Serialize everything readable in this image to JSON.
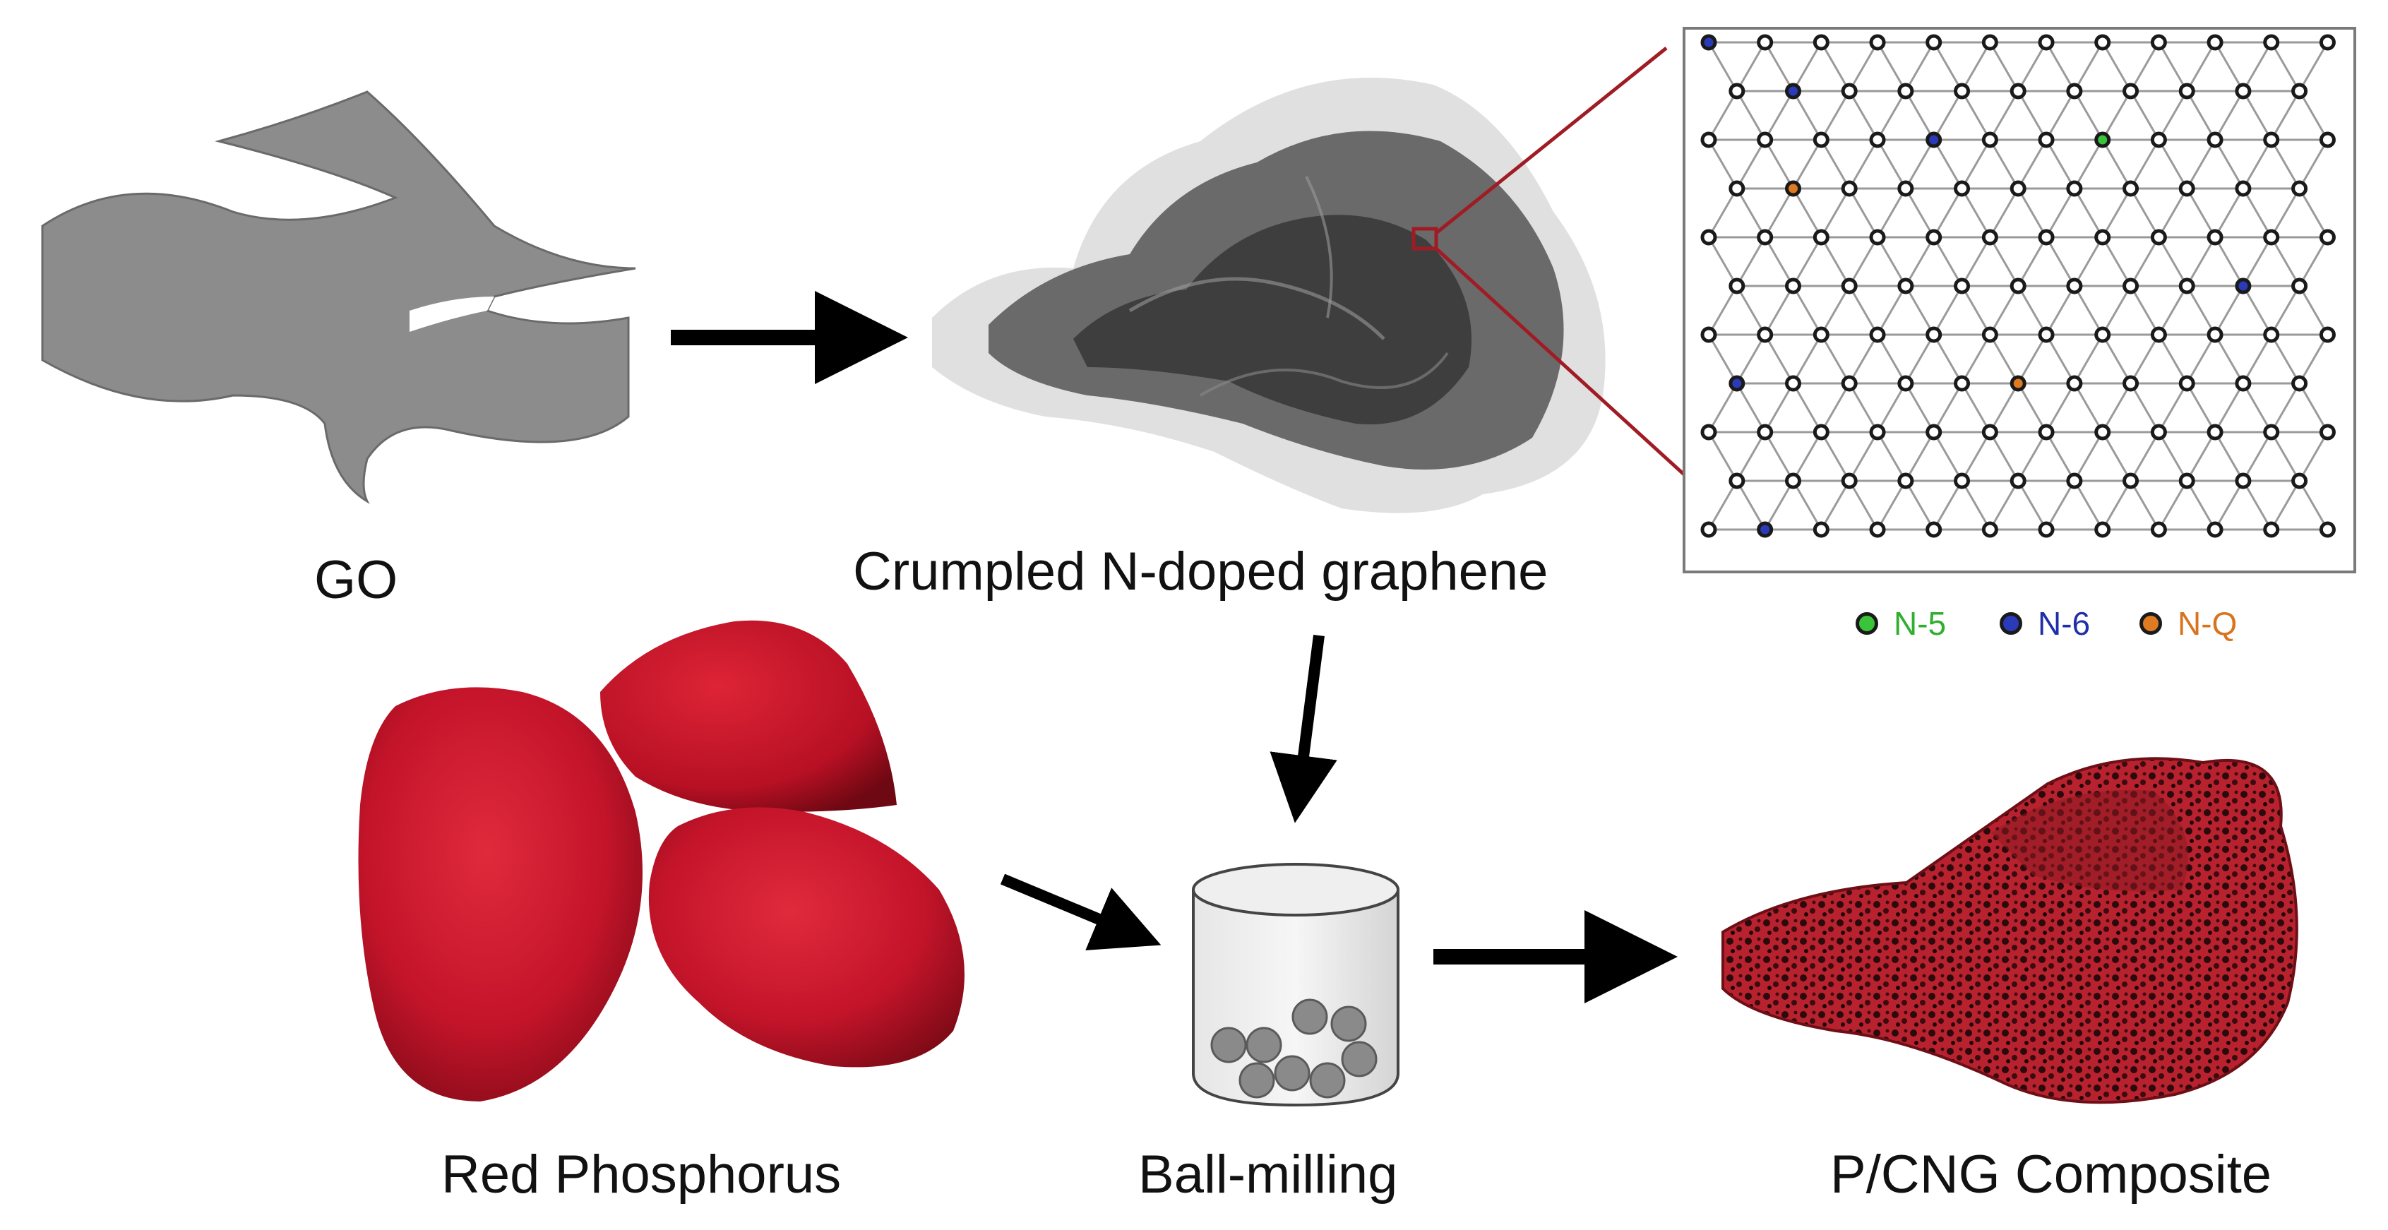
{
  "labels": {
    "go": "GO",
    "crumpled": "Crumpled N-doped graphene",
    "red_phosphorus": "Red Phosphorus",
    "ball_milling": "Ball-milling",
    "composite": "P/CNG Composite"
  },
  "legend": [
    {
      "label": "N-5",
      "color": "#2fae2f",
      "fill": "#39c43a"
    },
    {
      "label": "N-6",
      "color": "#1f2fa8",
      "fill": "#2b3ab8"
    },
    {
      "label": "N-Q",
      "color": "#d9731c",
      "fill": "#e07a22"
    }
  ],
  "colors": {
    "go_gray": "#8c8c8c",
    "graphene_dark": "#3a3a3a",
    "phosphorus_red": "#c4142a",
    "composite_red": "#b8222e",
    "callout_red": "#a01c24",
    "arrow": "#000000"
  }
}
